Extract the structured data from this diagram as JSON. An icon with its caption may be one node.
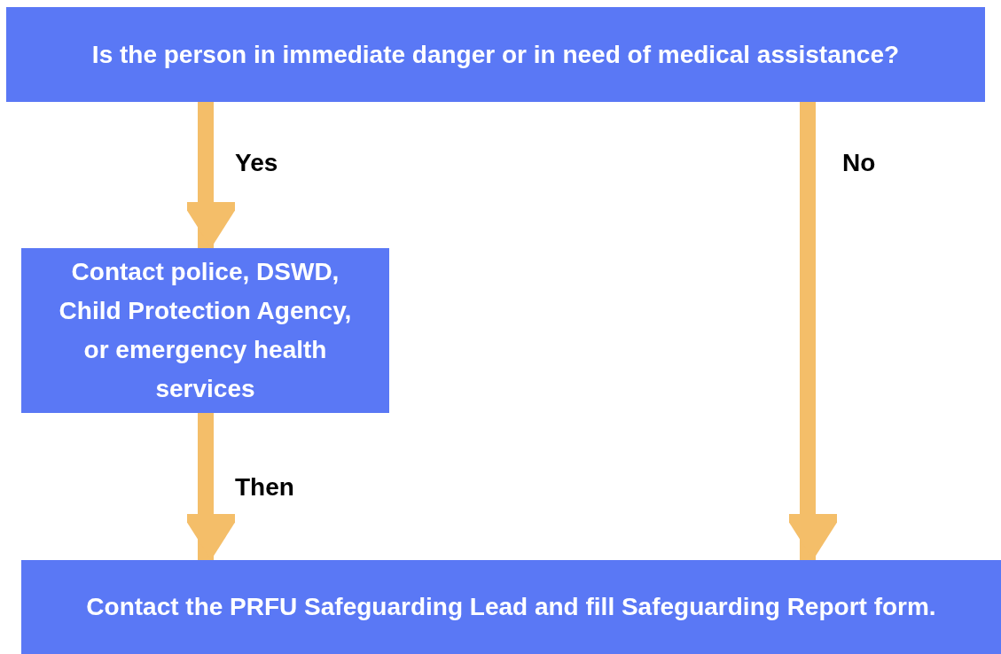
{
  "diagram": {
    "nodes": [
      {
        "text": [
          "Is the person in immediate danger or in need of medical assistance?"
        ]
      },
      {
        "text": [
          "Contact police, DSWD, Child Protection Agency, or emergency health services"
        ]
      },
      {
        "text": [
          "Contact the PRFU Safeguarding Lead and fill Safeguarding Report form."
        ]
      }
    ],
    "edges": [
      {
        "from": 0,
        "to": 1,
        "label": "Yes",
        "arrow": "to"
      },
      {
        "from": 1,
        "to": 2,
        "label": "Then",
        "arrow": "to"
      },
      {
        "from": 0,
        "to": 2,
        "label": "No",
        "arrow": "to"
      }
    ]
  }
}
